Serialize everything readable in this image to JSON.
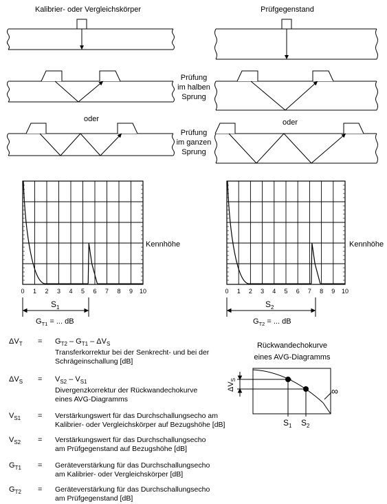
{
  "top": {
    "left_title": "Kalibrier- oder Vergleichskörper",
    "right_title": "Prüfgegenstand",
    "half_skip_label": [
      "Prüfung",
      "im halben",
      "Sprung"
    ],
    "full_skip_label": [
      "Prüfung",
      "im ganzen",
      "Sprung"
    ],
    "oder_left": "oder",
    "oder_right": "oder"
  },
  "screens": {
    "tick_labels": [
      "0",
      "1",
      "2",
      "3",
      "4",
      "5",
      "6",
      "7",
      "8",
      "9",
      "10"
    ],
    "kennhoehe": "Kennhöhe",
    "left_s": "S",
    "left_s_sub": "1",
    "right_s": "S",
    "right_s_sub": "2",
    "left_gain_prefix": "G",
    "left_gain_sub": "T1",
    "left_gain_suffix": " = ... dB",
    "right_gain_prefix": "G",
    "right_gain_sub": "T2",
    "right_gain_suffix": " = ... dB",
    "left_backwall_echo_position": 5.5,
    "right_backwall_echo_position": 7.2
  },
  "formulas": [
    {
      "sym": "ΔV",
      "sub": "T",
      "eq": "=",
      "rhs": "G",
      "rhs_html": "G<sub>T2</sub> – G<sub>T1</sub> – ΔV<sub>S</sub>",
      "desc": [
        "Transferkorrektur bei der Senkrecht- und bei der",
        "Schrägeinschallung [dB]"
      ]
    },
    {
      "sym": "ΔV",
      "sub": "S",
      "eq": "=",
      "rhs_html": "V<sub>S2</sub> – V<sub>S1</sub>",
      "desc": [
        "Divergenzkorrektur der Rückwandechokurve",
        "eines AVG-Diagramms"
      ]
    },
    {
      "sym": "V",
      "sub": "S1",
      "eq": "=",
      "rhs_html": "",
      "desc": [
        "Verstärkungswert für das Durchschallungsecho am",
        "Kalibrier- oder Vergleichskörper auf Bezugshöhe [dB]"
      ]
    },
    {
      "sym": "V",
      "sub": "S2",
      "eq": "=",
      "rhs_html": "",
      "desc": [
        "Verstärkungswert für das Durchschallungsecho",
        "am Prüfgegenstand auf Bezugshöhe [dB]"
      ]
    },
    {
      "sym": "G",
      "sub": "T1",
      "eq": "=",
      "rhs_html": "",
      "desc": [
        "Geräteverstärkung für das Durchschallungsecho",
        "am Kalibrier- oder Vergleichskörper [dB]"
      ]
    },
    {
      "sym": "G",
      "sub": "T2",
      "eq": "=",
      "rhs_html": "",
      "desc": [
        "Geräteverstärkung für das Durchschallungsecho",
        "am Prüfgegenstand [dB]"
      ]
    }
  ],
  "avg": {
    "title": [
      "Rückwandechokurve",
      "eines AVG-Diagramms"
    ],
    "dvs": "ΔV",
    "dvs_sub": "S",
    "infinity": "∞",
    "s1": "S",
    "s1_sub": "1",
    "s2": "S",
    "s2_sub": "2"
  }
}
